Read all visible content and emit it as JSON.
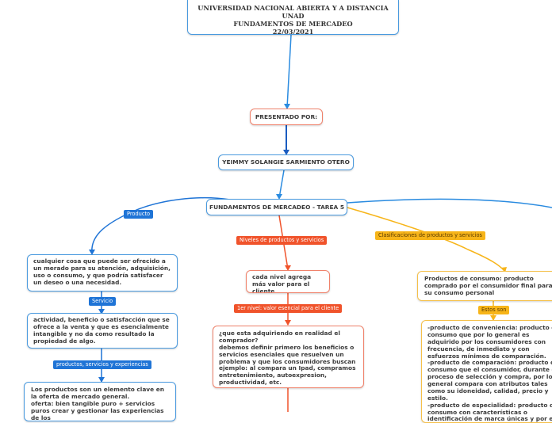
{
  "header": {
    "line1": "UNIVERSIDAD NACIONAL ABIERTA Y A DISTANCIA UNAD",
    "line2": "FUNDAMENTOS DE MERCADEO",
    "line3": "22/03/2021"
  },
  "nodes": {
    "presentado": "PRESENTADO POR:",
    "autor": "YEIMMY SOLANGIE SARMIENTO OTERO",
    "tema": "FUNDAMENTOS DE MERCADEO - TAREA 5",
    "producto_def": "cualquier cosa que puede ser ofrecido a un merado para su atención, adquisición, uso o consumo, y que podría satisfacer un deseo o una necesidad.",
    "servicio_def": "actividad, beneficio o satisfacción que se ofrece a la venta y que es esencialmente intangible y no da como resultado la propiedad de algo.",
    "experiencias_line1": "Los productos son un elemento clave en la oferta de mercado general.",
    "experiencias_line2": "oferta: bien tangible puro + servicios puros crear y gestionar las experiencias de los",
    "niveles_def": "cada nivel agrega más valor para el cliente",
    "primer_nivel_line1": "¿que esta adquiriendo en realidad el comprador?",
    "primer_nivel_line2": "debemos definir primero los beneficios o servicios esenciales que resuelven un problema y que los consumidores buscan ejemplo: al compara un Ipad, compramos entretenimiento, autoexpresion, productividad, etc.",
    "consumo_def": "Productos de consumo: producto comprado por el consumidor final para su consumo personal",
    "tipos_conveniencia": "-producto de conveniencia: producto de consumo que por lo general es adquirido por los consumidores con frecuencia, de inmediato y con esfuerzos mínimos de comparación.",
    "tipos_comparacion": "-producto de comparación: producto de consumo que  el consumidor, durante el proceso de selección y compra, por lo general compara con atributos tales como su idoneidad, calidad, precio y estilo.",
    "tipos_especialidad": "-producto de especialidad: producto de consumo con características o identificación de marca únicas y por el cual un grupo"
  },
  "tags": {
    "producto": "Producto",
    "servicio": "Servicio",
    "experiencias": "productos, servicios y experiencias",
    "niveles": "Niveles de productos y servicios",
    "primer_nivel": "1er nivel: valor esencial para el cliente",
    "clasificaciones": "Clasificaciones de productos y servicios",
    "estos_son": "Estos son"
  },
  "colors": {
    "blue": "#1f74d6",
    "red": "#f0532b",
    "yellow": "#f7b51a"
  }
}
